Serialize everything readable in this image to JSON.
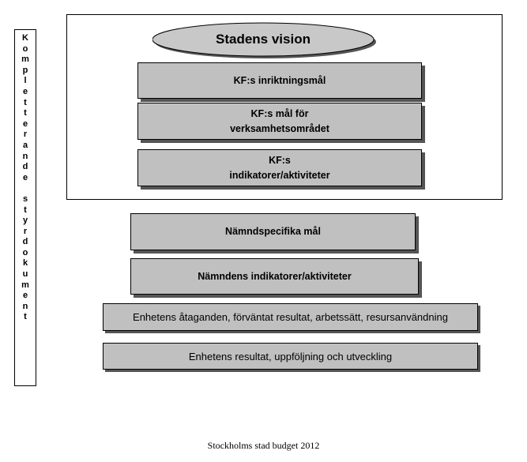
{
  "side_label": "Kompletterande styrdokument",
  "vision": "Stadens vision",
  "boxes": {
    "kf_inriktningsmal": "KF:s inriktningsmål",
    "kf_mal_line1": "KF:s mål för",
    "kf_mal_line2": "verksamhetsområdet",
    "kf_ind_line1": "KF:s",
    "kf_ind_line2": "indikatorer/aktiviteter",
    "namndspecifika_mal": "Nämndspecifika mål",
    "namndens_indikatorer": "Nämndens indikatorer/aktiviteter",
    "enhetens_ataganden": "Enhetens åtaganden, förväntat resultat, arbetssätt, resursanvändning",
    "enhetens_resultat": "Enhetens resultat, uppföljning och utveckling"
  },
  "caption": "Stockholms stad budget 2012",
  "colors": {
    "box_fill": "#c0c0c0",
    "shadow": "#555555",
    "ellipse_fill": "#c8c8c8"
  }
}
